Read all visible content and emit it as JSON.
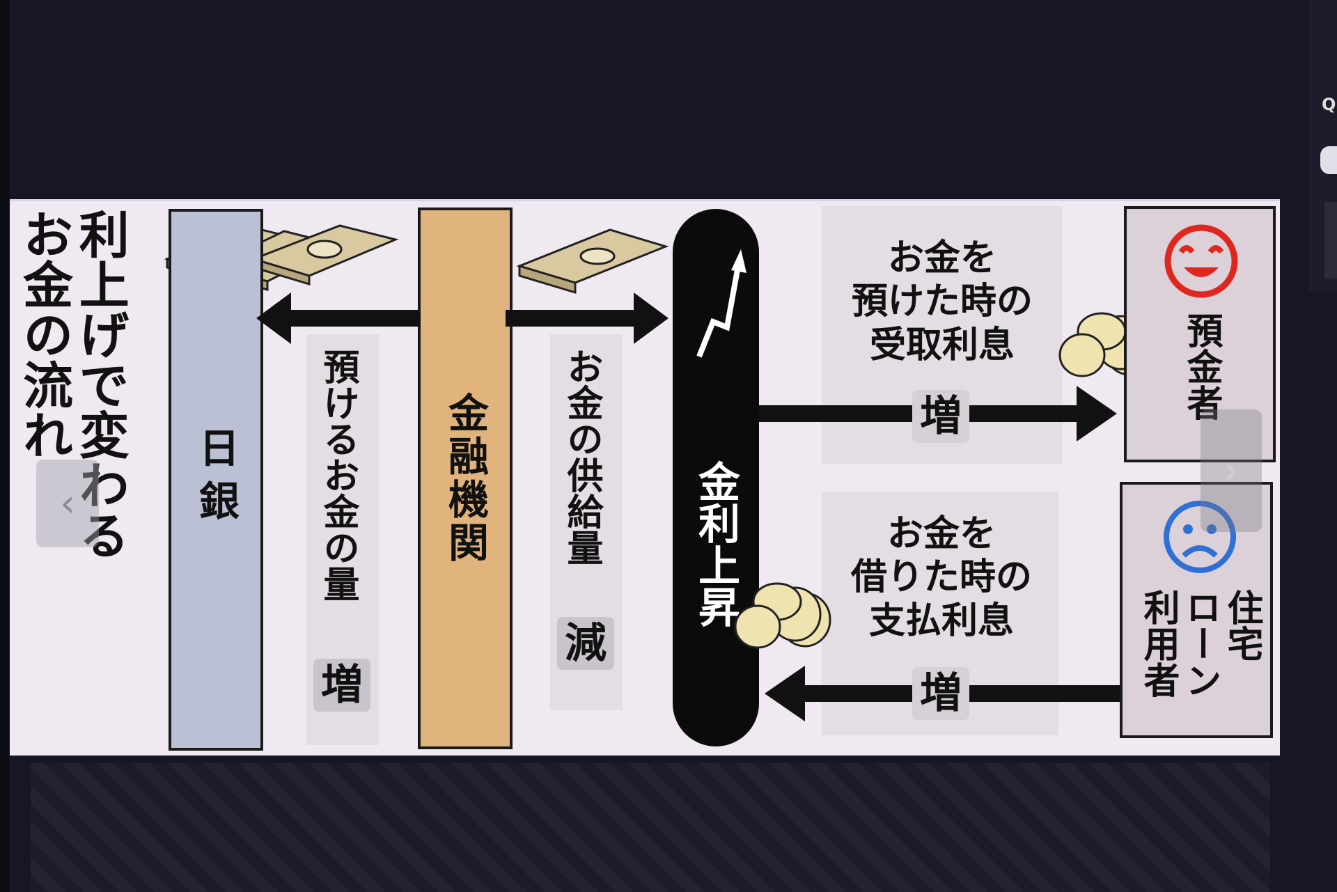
{
  "title": "利上げで変わるお金の流れ",
  "boj": {
    "label": "日銀"
  },
  "bank": {
    "label": "金融機関"
  },
  "deposit_to_boj": {
    "label": "預けるお金の量",
    "change": "増"
  },
  "money_supply": {
    "label": "お金の供給量",
    "change": "減"
  },
  "interest_rate": {
    "label": "金利上昇"
  },
  "depositor_flow": {
    "line1": "お金を",
    "line2": "預けた時の",
    "line3": "受取利息",
    "change": "増"
  },
  "borrower_flow": {
    "line1": "お金を",
    "line2": "借りた時の",
    "line3": "支払利息",
    "change": "増"
  },
  "depositor": {
    "label": "預金者",
    "face": "smile-face-icon",
    "face_color": "#e0271f"
  },
  "borrower": {
    "label_line1": "住宅",
    "label_line2": "ローン",
    "label_line3": "利用者",
    "face": "sad-face-icon",
    "face_color": "#2f6fd6"
  },
  "side": {
    "q": "Q"
  },
  "nav": {
    "prev": "‹",
    "next": "›"
  }
}
